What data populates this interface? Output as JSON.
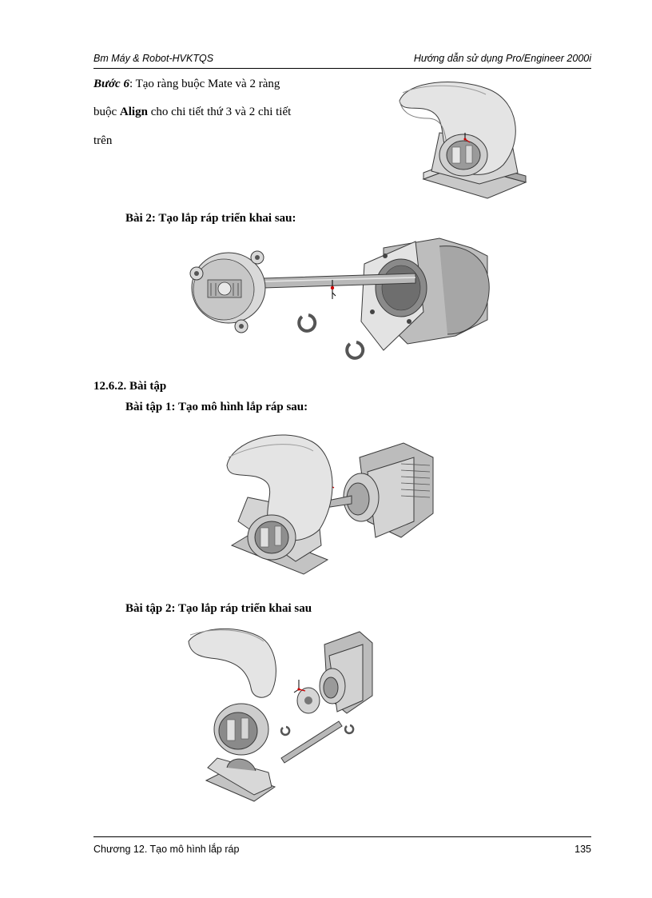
{
  "header": {
    "left": "Bm Máy & Robot-HVKTQS",
    "right": "Hướng dẫn sử dụng Pro/Engineer 2000i"
  },
  "step6": {
    "label": "Bước 6",
    "line1_rest": ": Tạo ràng buộc Mate và 2 ràng",
    "line2_a": "buộc ",
    "line2_bold": "Align",
    "line2_b": " cho chi tiết thứ 3 và 2 chi tiết",
    "line3": "trên"
  },
  "bai2_heading": "Bài 2: Tạo lắp ráp triển khai sau:",
  "section_heading": "12.6.2. Bài tập",
  "baitap1_heading": "Bài tập 1: Tạo mô hình lắp ráp sau:",
  "baitap2_heading": "Bài tập 2: Tạo lắp ráp triển khai sau",
  "footer": {
    "left": "Chương 12. Tạo mô hình lắp ráp",
    "page_number": "135"
  },
  "colors": {
    "part_light": "#e6e6e6",
    "part_mid": "#bdbdbd",
    "part_dark": "#7a7a7a",
    "outline": "#3a3a3a",
    "datum_red": "#cc0000"
  }
}
